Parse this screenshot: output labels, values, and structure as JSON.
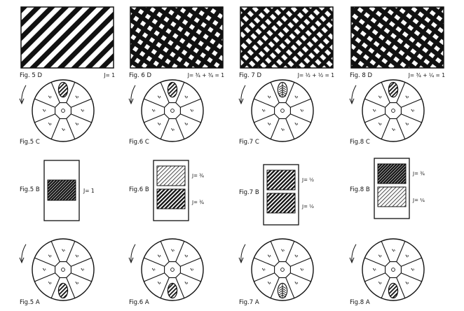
{
  "columns": [
    {
      "id": "5",
      "d": {
        "fig": "Fig. 5 D",
        "formula": "J= 1"
      },
      "c": {
        "fig": "Fig.5 C"
      },
      "b": {
        "fig": "Fig.5 B",
        "labels": [
          "J= 1"
        ]
      },
      "a": {
        "fig": "Fig.5 A"
      }
    },
    {
      "id": "6",
      "d": {
        "fig": "Fig. 6 D",
        "formula": "J= ¾ + ¾ = 1"
      },
      "c": {
        "fig": "Fig.6 C"
      },
      "b": {
        "fig": "Fig.6 B",
        "labels": [
          "J= ¾",
          "J= ¾"
        ]
      },
      "a": {
        "fig": "Fig.6 A"
      }
    },
    {
      "id": "7",
      "d": {
        "fig": "Fig. 7 D",
        "formula": "J= ½ + ½ = 1"
      },
      "c": {
        "fig": "Fig.7 C"
      },
      "b": {
        "fig": "Fig.7 B",
        "labels": [
          "J= ½",
          "J= ½"
        ]
      },
      "a": {
        "fig": "Fig.7 A"
      }
    },
    {
      "id": "8",
      "d": {
        "fig": "Fig. 8 D",
        "formula": "J= ¾ + ¼ = 1"
      },
      "c": {
        "fig": "Fig.8 C"
      },
      "b": {
        "fig": "Fig.8 B",
        "labels": [
          "J= ¾",
          "J= ¼"
        ]
      },
      "a": {
        "fig": "Fig.8 A"
      }
    }
  ]
}
